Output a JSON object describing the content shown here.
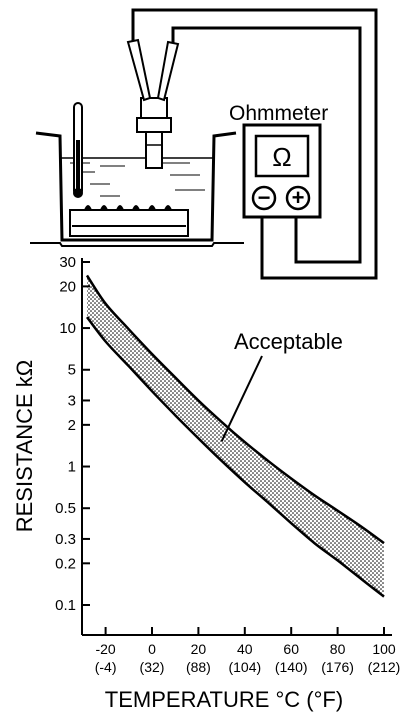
{
  "illustration": {
    "meter_label": "Ohmmeter",
    "meter_symbol": "Ω",
    "minus_terminal": "−",
    "plus_terminal": "+"
  },
  "chart_data": {
    "type": "area",
    "xlabel": "TEMPERATURE °C (°F)",
    "ylabel": "RESISTANCE kΩ",
    "y_scale": "log",
    "ylim": [
      0.1,
      30
    ],
    "xlim": [
      -30,
      100
    ],
    "grid": false,
    "x_ticks": [
      {
        "value": -20,
        "label": "-20",
        "sublabel": "(-4)"
      },
      {
        "value": 0,
        "label": "0",
        "sublabel": "(32)"
      },
      {
        "value": 20,
        "label": "20",
        "sublabel": "(88)"
      },
      {
        "value": 40,
        "label": "40",
        "sublabel": "(104)"
      },
      {
        "value": 60,
        "label": "60",
        "sublabel": "(140)"
      },
      {
        "value": 80,
        "label": "80",
        "sublabel": "(176)"
      },
      {
        "value": 100,
        "label": "100",
        "sublabel": "(212)"
      }
    ],
    "y_ticks": [
      {
        "value": 30,
        "label": "30"
      },
      {
        "value": 20,
        "label": "20"
      },
      {
        "value": 10,
        "label": "10"
      },
      {
        "value": 5,
        "label": "5"
      },
      {
        "value": 3,
        "label": "3"
      },
      {
        "value": 2,
        "label": "2"
      },
      {
        "value": 1,
        "label": "1"
      },
      {
        "value": 0.5,
        "label": "0.5"
      },
      {
        "value": 0.3,
        "label": "0.3"
      },
      {
        "value": 0.2,
        "label": "0.2"
      },
      {
        "value": 0.1,
        "label": "0.1"
      }
    ],
    "band": {
      "label": "Acceptable",
      "x": [
        -28,
        -20,
        -10,
        0,
        10,
        20,
        30,
        40,
        50,
        60,
        70,
        80,
        90,
        100
      ],
      "upper": [
        24,
        15,
        9.8,
        6.5,
        4.4,
        3.0,
        2.1,
        1.5,
        1.1,
        0.82,
        0.62,
        0.48,
        0.37,
        0.28
      ],
      "lower": [
        12,
        8.0,
        5.3,
        3.5,
        2.35,
        1.6,
        1.1,
        0.77,
        0.55,
        0.39,
        0.28,
        0.21,
        0.155,
        0.115
      ]
    }
  }
}
